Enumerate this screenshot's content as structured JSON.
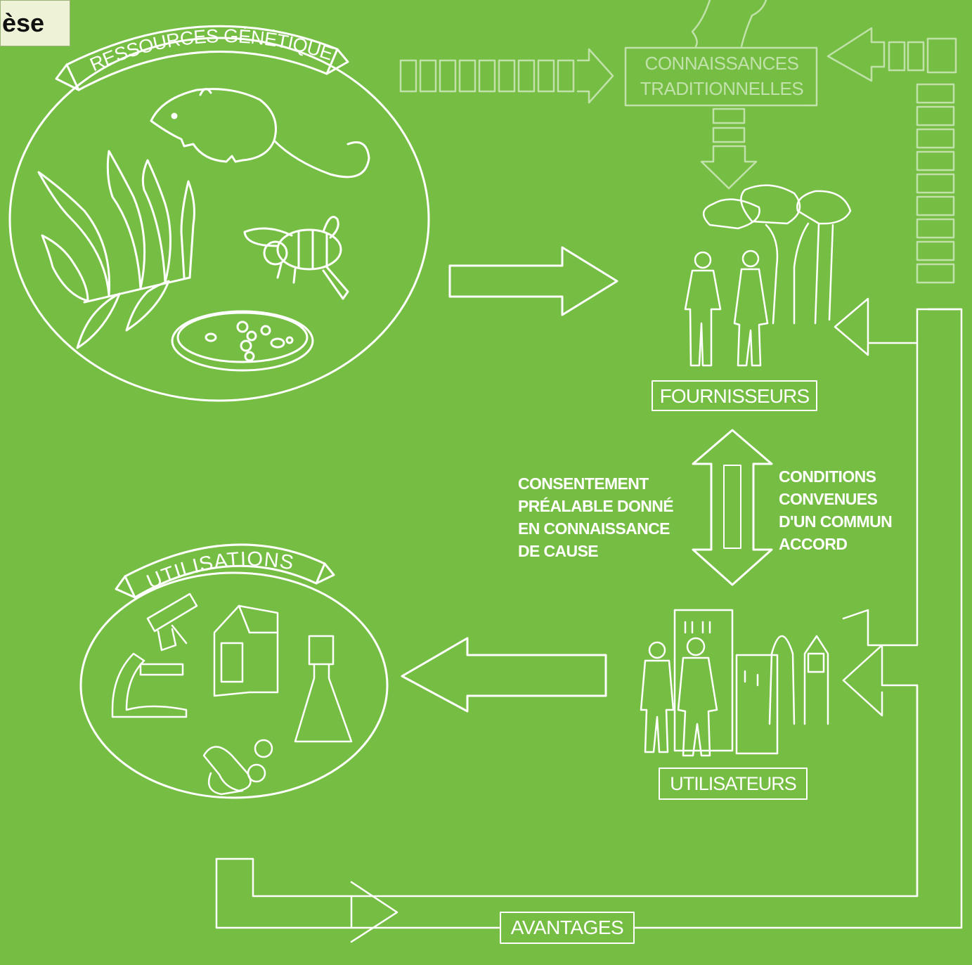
{
  "corner_tab": "èse",
  "nodes": {
    "genetic_resources": "RESSOURCES GÉNÉTIQUES",
    "traditional_knowledge_line1": "CONNAISSANCES",
    "traditional_knowledge_line2": "TRADITIONNELLES",
    "providers": "FOURNISSEURS",
    "users": "UTILISATEURS",
    "uses": "UTILISATIONS",
    "benefits": "AVANTAGES"
  },
  "exchange": {
    "left_lines": [
      "CONSENTEMENT",
      "PRÉALABLE DONNÉ",
      "EN CONNAISSANCE",
      "DE CAUSE"
    ],
    "right_lines": [
      "CONDITIONS",
      "CONVENUES",
      "D'UN COMMUN",
      "ACCORD"
    ]
  },
  "colors": {
    "background": "#76BE43",
    "line": "#FFFFFF",
    "tab": "#EEF2D6"
  }
}
